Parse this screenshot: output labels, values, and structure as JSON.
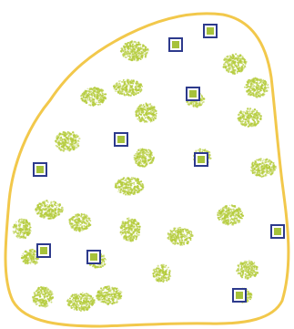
{
  "colors": {
    "background": "#ffffff",
    "boundary": "#f2c84b",
    "cluster": "#b5cc3d",
    "marker_stroke": "#2d3a8c",
    "marker_fill": "#a6c23a"
  },
  "boundary": {
    "kind": "closed-blob-outline"
  },
  "clusters": [
    {
      "id": "c1"
    },
    {
      "id": "c2"
    },
    {
      "id": "c3"
    },
    {
      "id": "c4"
    },
    {
      "id": "c5"
    },
    {
      "id": "c6"
    },
    {
      "id": "c7"
    },
    {
      "id": "c8"
    },
    {
      "id": "c9"
    },
    {
      "id": "c10"
    },
    {
      "id": "c11"
    },
    {
      "id": "c12"
    },
    {
      "id": "c13"
    },
    {
      "id": "c14"
    },
    {
      "id": "c15"
    },
    {
      "id": "c16"
    },
    {
      "id": "c17"
    },
    {
      "id": "c18"
    },
    {
      "id": "c19"
    },
    {
      "id": "c20"
    },
    {
      "id": "c21"
    },
    {
      "id": "c22"
    },
    {
      "id": "c23"
    },
    {
      "id": "c24"
    },
    {
      "id": "c25"
    },
    {
      "id": "c26"
    },
    {
      "id": "c27"
    }
  ],
  "markers": [
    {
      "id": "m1",
      "shape": "square"
    },
    {
      "id": "m2",
      "shape": "square"
    },
    {
      "id": "m3",
      "shape": "square"
    },
    {
      "id": "m4",
      "shape": "square"
    },
    {
      "id": "m5",
      "shape": "square"
    },
    {
      "id": "m6",
      "shape": "square"
    },
    {
      "id": "m7",
      "shape": "square"
    },
    {
      "id": "m8",
      "shape": "square"
    },
    {
      "id": "m9",
      "shape": "square"
    },
    {
      "id": "m10",
      "shape": "square"
    }
  ]
}
